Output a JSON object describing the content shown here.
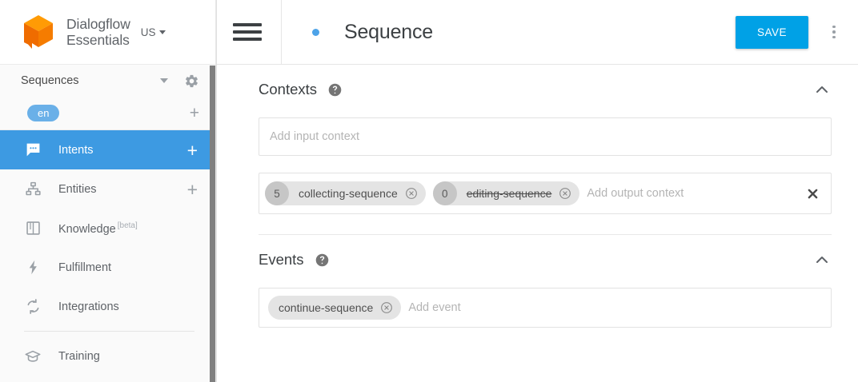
{
  "brand": {
    "logo_icon": "dialogflow-cube-logo",
    "name_line1": "Dialogflow",
    "name_line2": "Essentials",
    "region": "US",
    "region_caret_icon": "caret-down-icon"
  },
  "sidebar": {
    "agent": {
      "name": "Sequences",
      "dropdown_icon": "caret-down-icon",
      "settings_icon": "gear-icon"
    },
    "language": {
      "code": "en",
      "add_icon": "plus-icon"
    },
    "items": [
      {
        "label": "Intents",
        "icon": "speech-bubble-icon",
        "active": true,
        "add_icon": "plus-icon"
      },
      {
        "label": "Entities",
        "icon": "sitemap-icon",
        "active": false,
        "add_icon": "plus-icon"
      },
      {
        "label": "Knowledge",
        "icon": "book-icon",
        "active": false,
        "badge": "[beta]"
      },
      {
        "label": "Fulfillment",
        "icon": "lightning-bolt-icon",
        "active": false
      },
      {
        "label": "Integrations",
        "icon": "sync-arrows-icon",
        "active": false
      },
      {
        "label": "Training",
        "icon": "graduation-cap-icon",
        "active": false
      }
    ]
  },
  "topbar": {
    "menu_icon": "hamburger-menu-icon",
    "status_dot": "blue-status-dot",
    "title": "Sequence",
    "save_label": "SAVE",
    "more_icon": "kebab-menu-icon"
  },
  "contexts": {
    "title": "Contexts",
    "help_icon": "help-circle-icon",
    "collapse_icon": "chevron-up-icon",
    "input_placeholder": "Add input context",
    "output_placeholder": "Add output context",
    "clear_icon": "close-x-icon",
    "output_chips": [
      {
        "lifespan": "5",
        "label": "collecting-sequence",
        "expired": false,
        "remove_icon": "circle-x-icon"
      },
      {
        "lifespan": "0",
        "label": "editing-sequence",
        "expired": true,
        "remove_icon": "circle-x-icon"
      }
    ]
  },
  "events": {
    "title": "Events",
    "help_icon": "help-circle-icon",
    "collapse_icon": "chevron-up-icon",
    "placeholder": "Add event",
    "chips": [
      {
        "label": "continue-sequence",
        "remove_icon": "circle-x-icon"
      }
    ]
  },
  "colors": {
    "accent_blue": "#3d9ae2",
    "save_blue": "#00a1e6",
    "lang_blue": "#6ab0e8",
    "logo_orange_light": "#ff9800",
    "logo_orange_dark": "#ef6c00"
  }
}
